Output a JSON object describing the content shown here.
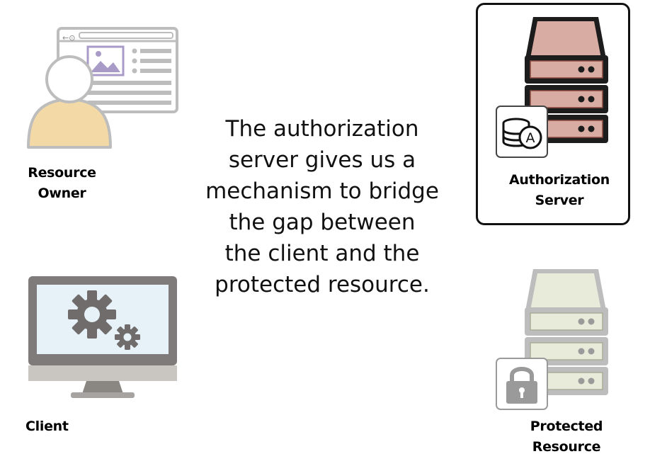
{
  "resource_owner": {
    "label_lines": [
      "Resource",
      "Owner"
    ],
    "icon": "person-with-browser-icon"
  },
  "client": {
    "label_lines": [
      "Client"
    ],
    "icon": "monitor-with-gears-icon"
  },
  "authorization_server": {
    "label_lines": [
      "Authorization",
      "Server"
    ],
    "icon": "server-stack-icon",
    "badge_letter": "A",
    "highlighted": true
  },
  "protected_resource": {
    "label_lines": [
      "Protected",
      "Resource"
    ],
    "icon": "server-stack-with-lock-icon"
  },
  "center_text_lines": [
    "The authorization",
    "server gives us a",
    "mechanism to bridge",
    "the gap between",
    "the client and the",
    "protected resource."
  ],
  "colors": {
    "person_body": "#f3d9a6",
    "browser_image": "#a99bc7",
    "monitor_screen": "#e6f2f8",
    "auth_server": "#d9aca3",
    "protected_server": "#e8ebd9"
  }
}
